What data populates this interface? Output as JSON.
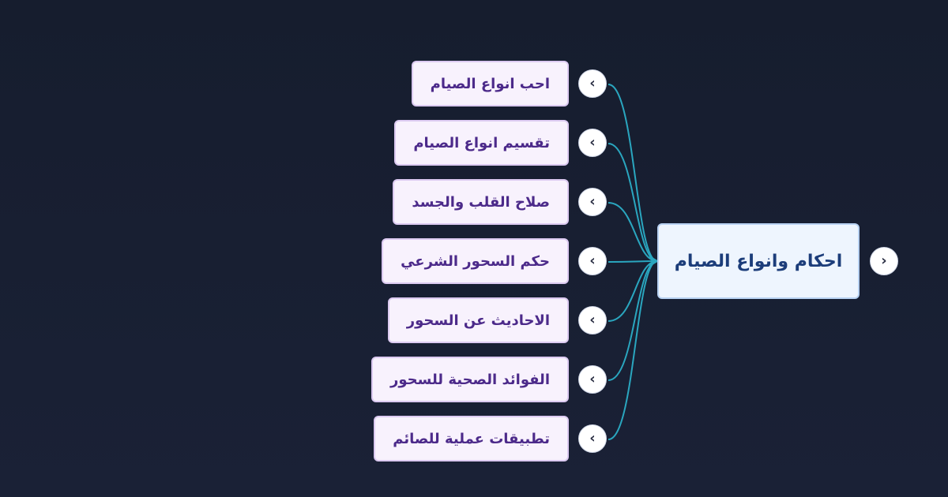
{
  "root": {
    "label": "احكام وانواع الصيام"
  },
  "children": [
    {
      "label": "احب انواع الصيام"
    },
    {
      "label": "تقسيم انواع الصيام"
    },
    {
      "label": "صلاح القلب والجسد"
    },
    {
      "label": "حكم السحور الشرعي"
    },
    {
      "label": "الاحاديث عن السحور"
    },
    {
      "label": "الفوائد الصحية للسحور"
    },
    {
      "label": "تطبيقات عملية للصائم"
    }
  ],
  "colors": {
    "background": "#161d2e",
    "connector": "#2aa6bf",
    "root_text": "#1c3d7a",
    "child_text": "#4c2a8a"
  },
  "icons": {
    "collapse_toggle": "chevron-left-icon",
    "expand_toggle": "chevron-right-icon"
  }
}
